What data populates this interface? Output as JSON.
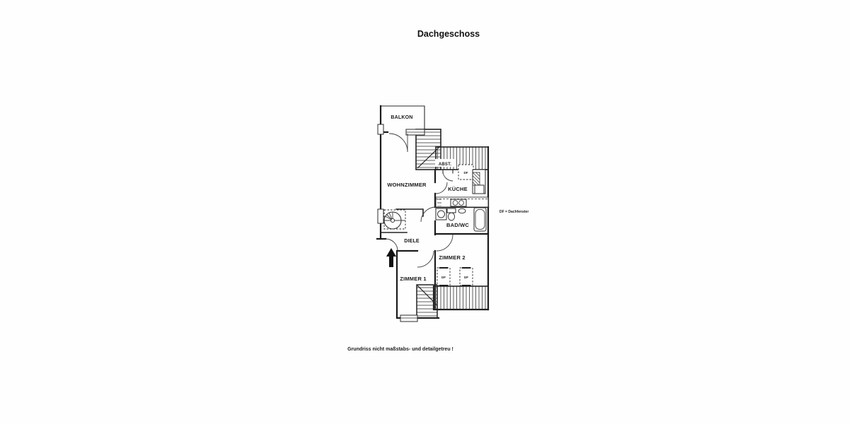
{
  "page": {
    "title": "Dachgeschoss",
    "legend": "DF = Dachfenster",
    "footnote": "Grundriss nicht maßstabs- und detailgetreu !"
  },
  "rooms": {
    "balkon": "BALKON",
    "wohnzimmer": "WOHNZIMMER",
    "abstellraum": "ABST.",
    "kueche": "KÜCHE",
    "bad_wc": "BAD/WC",
    "diele": "DIELE",
    "zimmer1": "ZIMMER 1",
    "zimmer2": "ZIMMER 2"
  },
  "skylights": {
    "abbr": "DF"
  },
  "colors": {
    "ink": "#1c1c1c",
    "paper": "#fefefe"
  }
}
